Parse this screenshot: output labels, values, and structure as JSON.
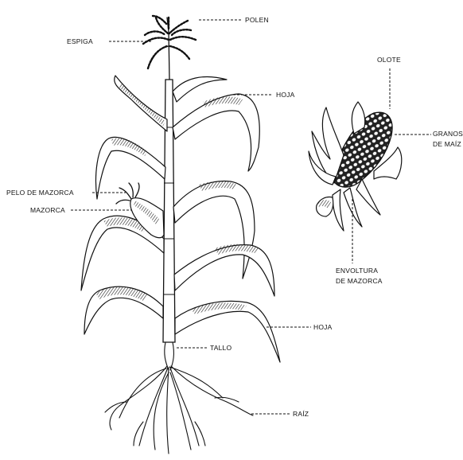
{
  "labels": {
    "polen": "POLEN",
    "espiga": "ESPIGA",
    "hoja_top": "HOJA",
    "olote": "OLOTE",
    "granos_line1": "GRANOS",
    "granos_line2": "DE MAÍZ",
    "pelo_de_mazorca": "PELO DE MAZORCA",
    "mazorca": "MAZORCA",
    "envoltura_line1": "ENVOLTURA",
    "envoltura_line2": "DE MAZORCA",
    "hoja_bottom": "HOJA",
    "tallo": "TALLO",
    "raiz": "RAÍZ"
  }
}
